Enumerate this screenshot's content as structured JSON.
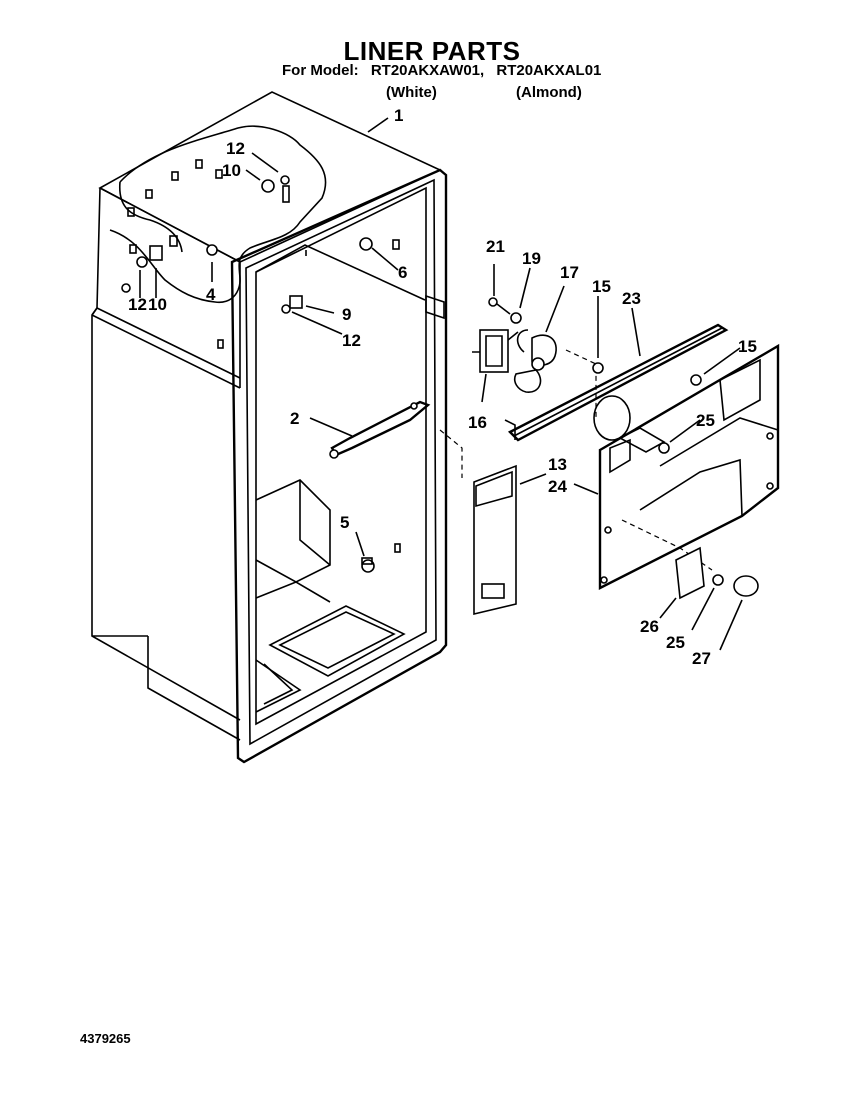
{
  "header": {
    "title": "LINER PARTS",
    "model_prefix": "For Model:",
    "model_1": "RT20AKXAW01,",
    "model_2": "RT20AKXAL01",
    "color_1": "(White)",
    "color_2": "(Almond)"
  },
  "callouts": {
    "c1": "1",
    "c2": "2",
    "c4": "4",
    "c5": "5",
    "c6": "6",
    "c9": "9",
    "c10a": "10",
    "c10b": "10",
    "c12a": "12",
    "c12b": "12",
    "c12c": "12",
    "c13": "13",
    "c15a": "15",
    "c15b": "15",
    "c16": "16",
    "c17": "17",
    "c19": "19",
    "c21": "21",
    "c23": "23",
    "c24": "24",
    "c25a": "25",
    "c25b": "25",
    "c26": "26",
    "c27": "27"
  },
  "footer": {
    "doc_number": "4379265"
  }
}
